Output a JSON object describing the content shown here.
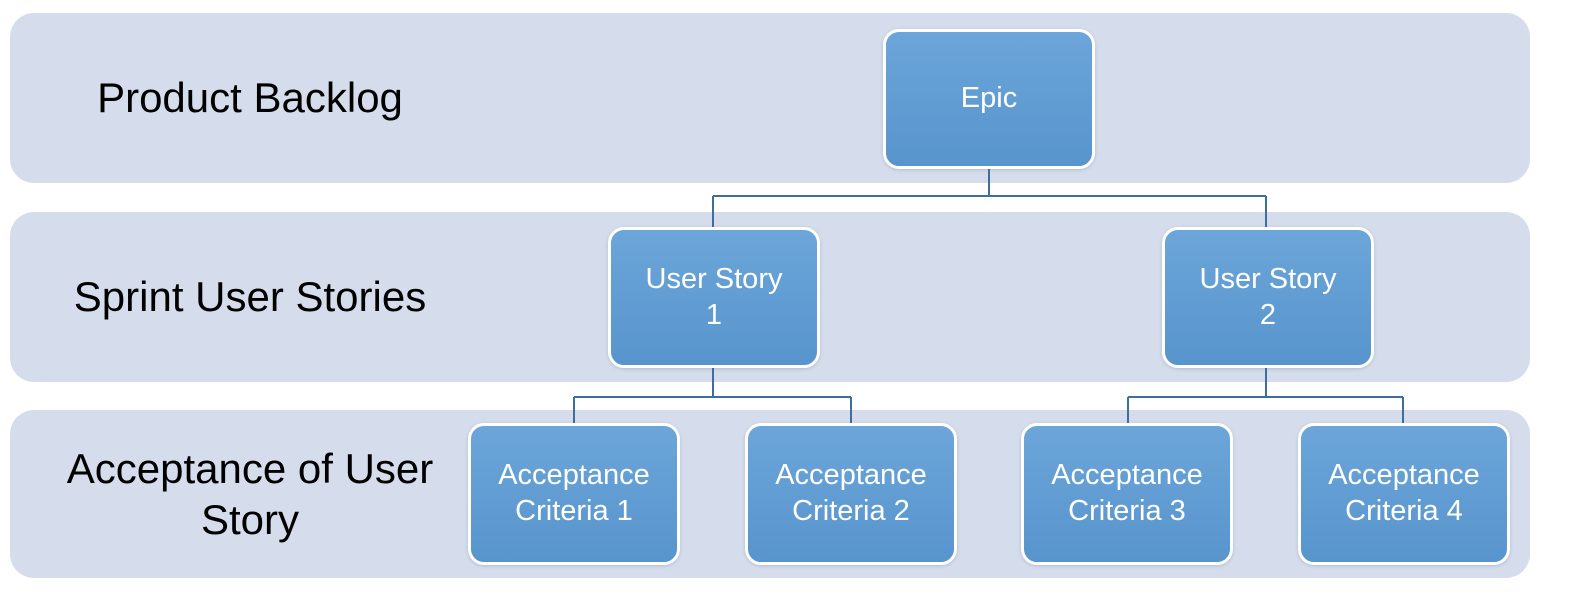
{
  "diagram": {
    "bands": [
      {
        "label": "Product Backlog"
      },
      {
        "label": "Sprint User Stories"
      },
      {
        "label": "Acceptance of User Story"
      }
    ],
    "nodes": {
      "epic": {
        "label": "Epic",
        "lines": [
          "Epic"
        ]
      },
      "user_story_1": {
        "label": "User Story 1",
        "lines": [
          "User Story",
          "1"
        ]
      },
      "user_story_2": {
        "label": "User Story 2",
        "lines": [
          "User Story",
          "2"
        ]
      },
      "acceptance_criteria_1": {
        "label": "Acceptance Criteria 1",
        "lines": [
          "Acceptance",
          "Criteria 1"
        ]
      },
      "acceptance_criteria_2": {
        "label": "Acceptance Criteria 2",
        "lines": [
          "Acceptance",
          "Criteria 2"
        ]
      },
      "acceptance_criteria_3": {
        "label": "Acceptance Criteria 3",
        "lines": [
          "Acceptance",
          "Criteria 3"
        ]
      },
      "acceptance_criteria_4": {
        "label": "Acceptance Criteria 4",
        "lines": [
          "Acceptance",
          "Criteria 4"
        ]
      }
    }
  },
  "colors": {
    "band_fill": "#D5DDEC",
    "band_text": "#000000",
    "node_fill": "#5B9BD5",
    "node_border": "#FFFFFF",
    "node_text": "#FFFFFF",
    "connector": "#3E6E9F"
  }
}
